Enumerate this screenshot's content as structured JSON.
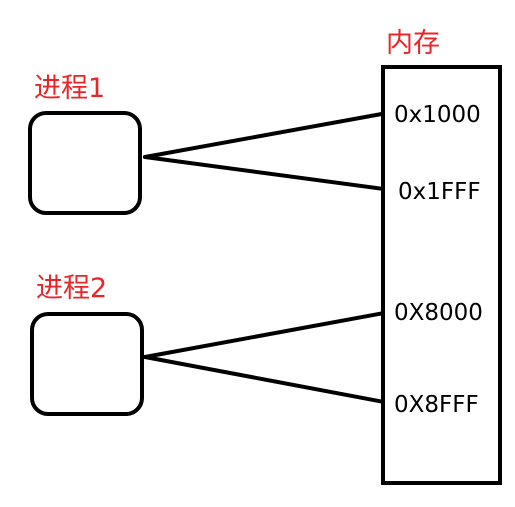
{
  "memory": {
    "title": "内存",
    "addresses": [
      "0x1000",
      "0x1FFF",
      "0X8000",
      "0X8FFF"
    ]
  },
  "processes": [
    {
      "label": "进程1"
    },
    {
      "label": "进程2"
    }
  ],
  "colors": {
    "label": "#e8262a",
    "stroke": "#000000"
  }
}
